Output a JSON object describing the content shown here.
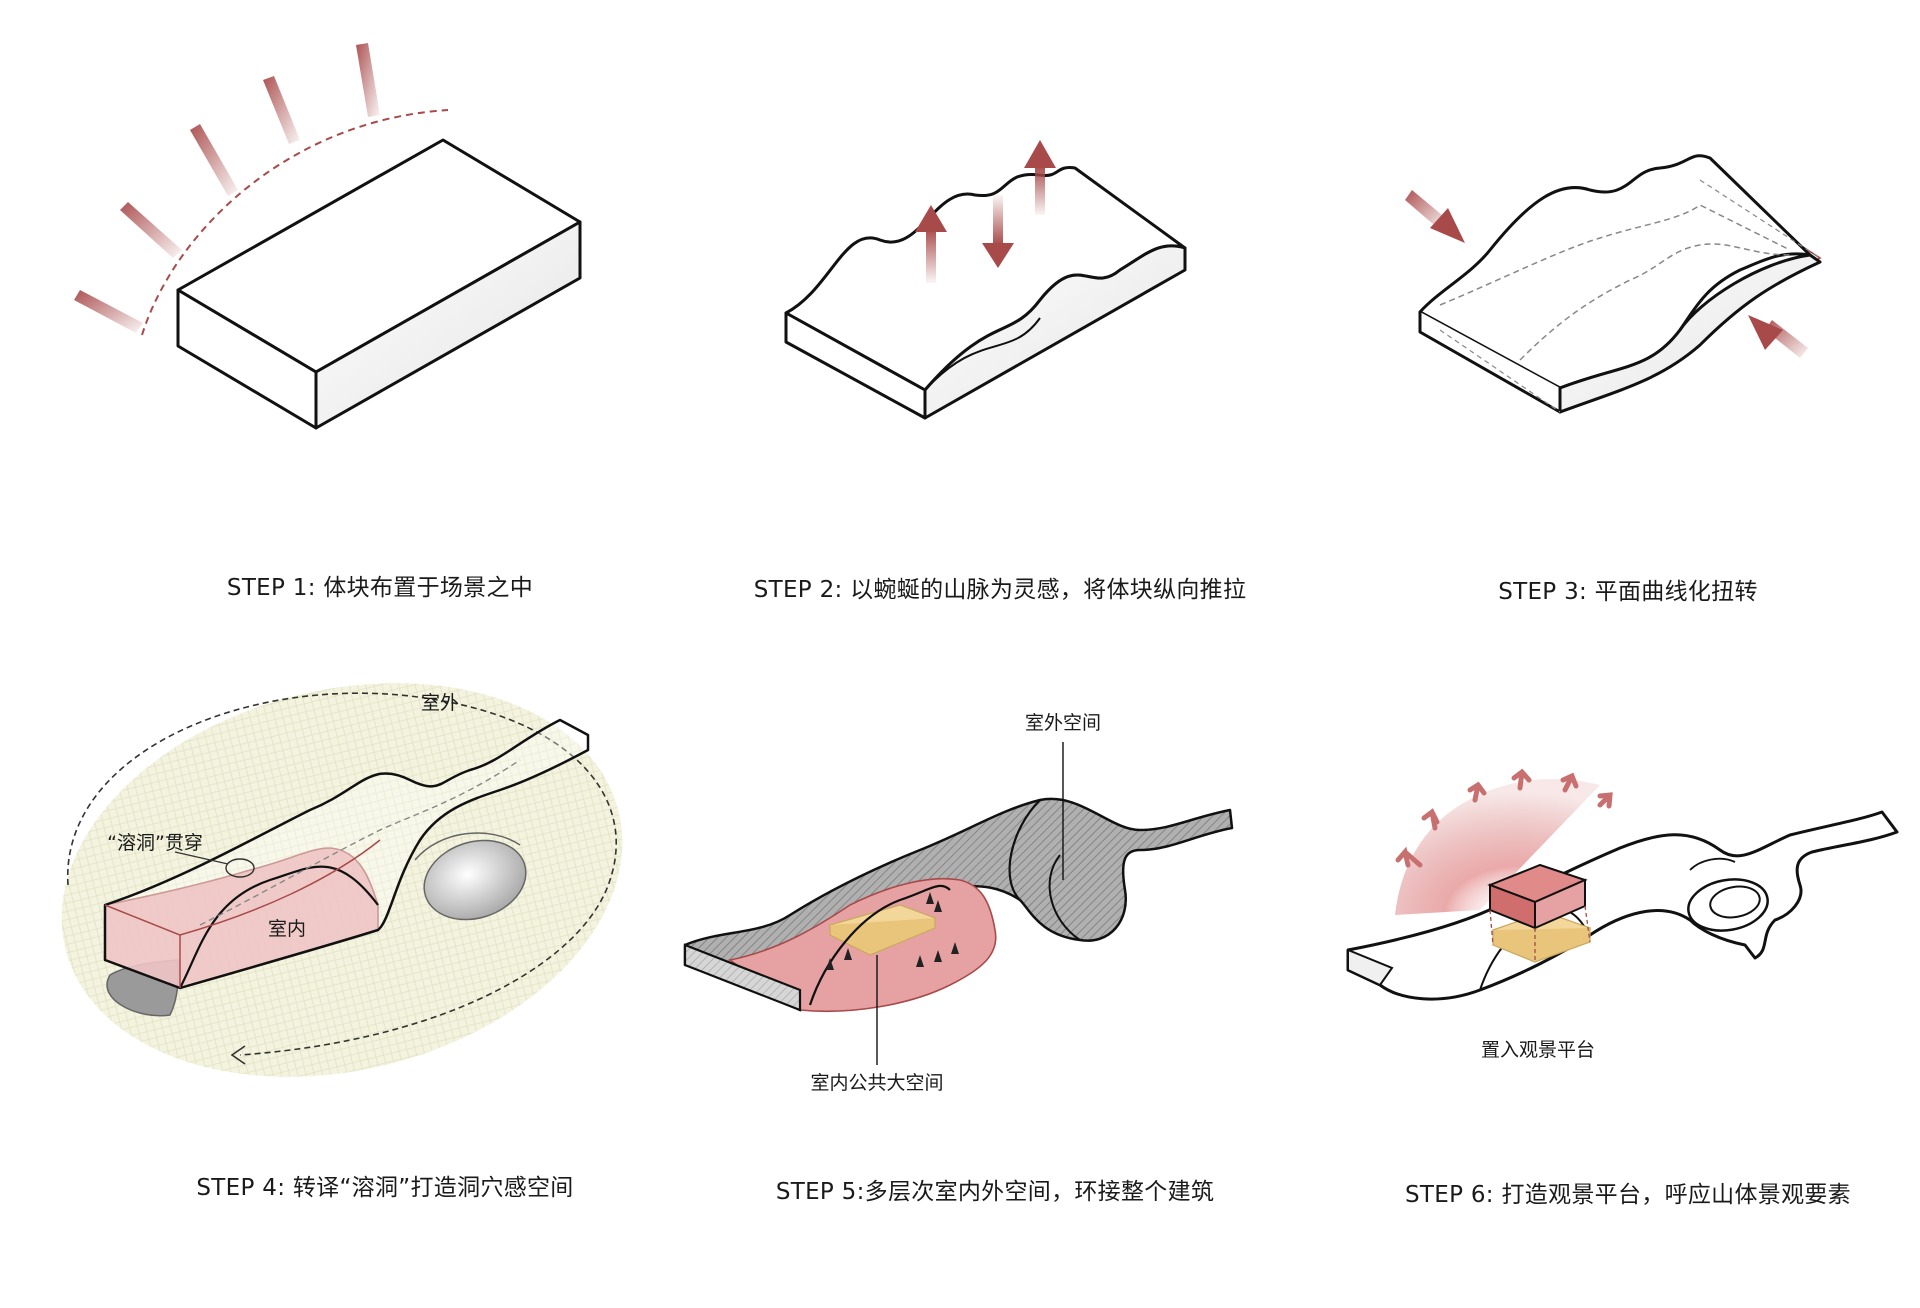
{
  "steps": [
    {
      "caption": "STEP 1: 体块布置于场景之中"
    },
    {
      "caption": "STEP 2: 以蜿蜒的山脉为灵感，将体块纵向推拉"
    },
    {
      "caption": "STEP 3: 平面曲线化扭转"
    },
    {
      "caption": "STEP 4: 转译“溶洞”打造洞穴感空间",
      "labels": {
        "outdoor": "室外",
        "cave": "“溶洞”贯穿",
        "indoor": "室内"
      }
    },
    {
      "caption": "STEP 5:多层次室内外空间，环接整个建筑",
      "labels": {
        "outdoor_space": "室外空间",
        "indoor_public": "室内公共大空间"
      }
    },
    {
      "caption": "STEP 6: 打造观景平台，呼应山体景观要素",
      "labels": {
        "platform": "置入观景平台"
      }
    }
  ],
  "colors": {
    "line": "#111111",
    "accent": "#a84a4a",
    "indoor_fill": "#e6a2a2",
    "hatch": "#8c8c8c",
    "yellow": "#f3d79a",
    "field": "#f2f2dc"
  }
}
